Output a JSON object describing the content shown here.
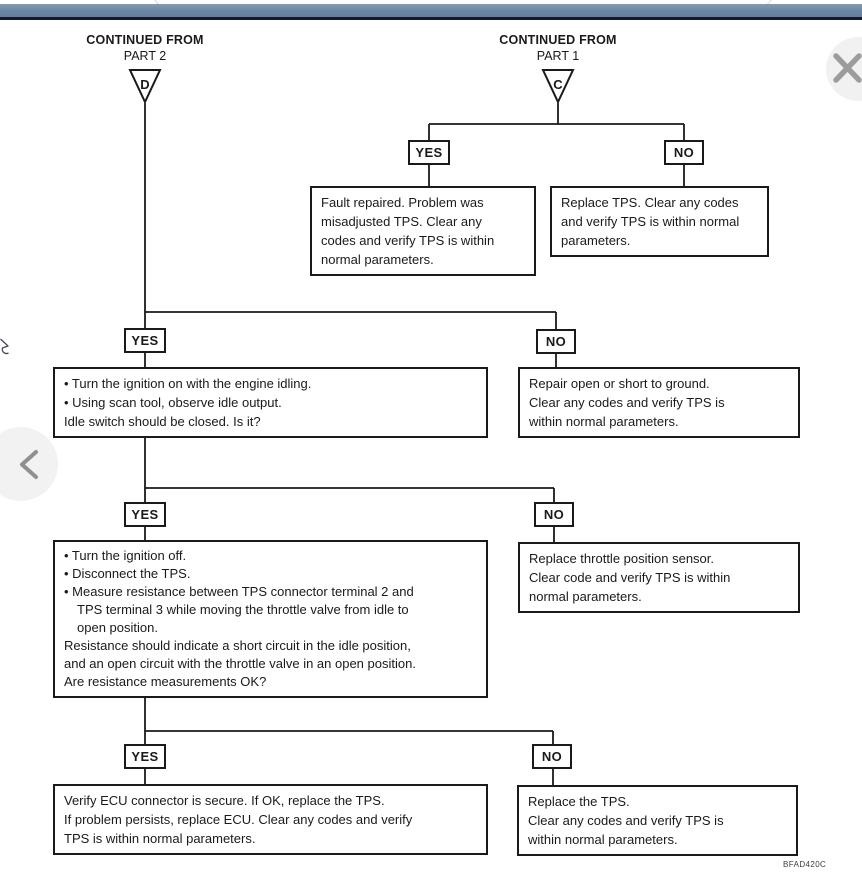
{
  "viewer": {
    "icons": {
      "close-icon": "✕",
      "chevron-left-icon": "‹"
    },
    "colors": {
      "header_bar": "#6c86a2",
      "header_edge": "#111a30",
      "diagram_line": "#1a1a1a",
      "control_bg": "#f1f1f1",
      "control_glyph": "#9c9c9c"
    }
  },
  "flowchart": {
    "caption": "BFAD420C",
    "connectors": {
      "d": {
        "line1": "CONTINUED FROM",
        "line2": "PART 2",
        "letter": "D"
      },
      "c": {
        "line1": "CONTINUED FROM",
        "line2": "PART 1",
        "letter": "C"
      }
    },
    "branches": {
      "c": {
        "yes": "YES",
        "no": "NO"
      },
      "d2": {
        "yes": "YES",
        "no": "NO"
      },
      "d3": {
        "yes": "YES",
        "no": "NO"
      },
      "d4": {
        "yes": "YES",
        "no": "NO"
      }
    },
    "boxes": {
      "c_yes": {
        "lines": [
          "Fault repaired. Problem was",
          "misadjusted TPS. Clear any",
          "codes and verify TPS is within",
          "normal parameters."
        ]
      },
      "c_no": {
        "lines": [
          "Replace TPS. Clear any codes",
          "and verify TPS is within normal",
          "parameters."
        ]
      },
      "d2_left": {
        "lines": [
          "• Turn the ignition on with the engine idling.",
          "• Using scan tool, observe idle output.",
          "Idle switch should be closed. Is it?"
        ]
      },
      "d2_right": {
        "lines": [
          "Repair open or short to ground.",
          "Clear any codes and verify TPS is",
          "within normal parameters."
        ]
      },
      "d3_left": {
        "lines": [
          "• Turn the ignition off.",
          "• Disconnect the TPS.",
          "• Measure resistance between TPS connector terminal 2 and",
          "TPS terminal 3 while moving the throttle valve from idle to",
          "open position.",
          "Resistance should indicate a short circuit in the idle position,",
          "and an open circuit with the throttle valve in an open position.",
          "Are resistance measurements OK?"
        ]
      },
      "d3_right": {
        "lines": [
          "Replace throttle position sensor.",
          "Clear code and verify TPS is within",
          "normal parameters."
        ]
      },
      "d4_left": {
        "lines": [
          "Verify ECU connector is secure. If OK, replace the TPS.",
          "If problem persists, replace ECU. Clear any codes and verify",
          "TPS is within normal parameters."
        ]
      },
      "d4_right": {
        "lines": [
          "Replace the TPS.",
          "Clear any codes and verify TPS is",
          "within normal parameters."
        ]
      }
    }
  }
}
